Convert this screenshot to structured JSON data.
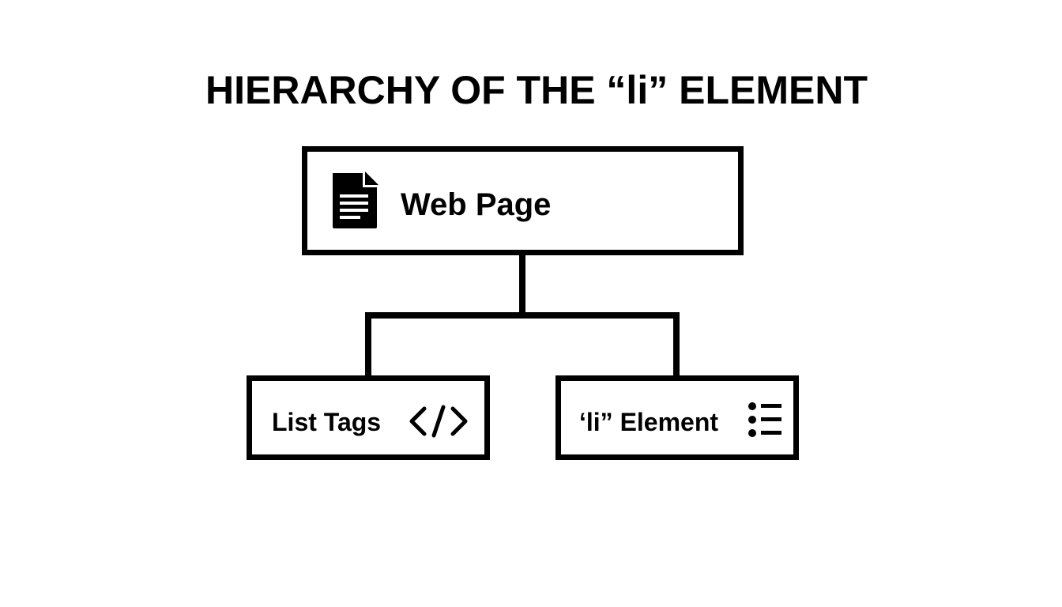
{
  "diagram": {
    "title": "HIERARCHY OF THE “li” ELEMENT",
    "nodes": {
      "root": {
        "label": "Web Page",
        "icon": "document-icon"
      },
      "left": {
        "label": "List Tags",
        "icon": "code-tag-icon"
      },
      "right": {
        "label": "‘li” Element",
        "icon": "list-icon"
      }
    },
    "edges": [
      {
        "from": "Web Page",
        "to": "List Tags"
      },
      {
        "from": "Web Page",
        "to": "‘li” Element"
      }
    ],
    "colors": {
      "stroke": "#000000",
      "background": "#ffffff"
    }
  }
}
